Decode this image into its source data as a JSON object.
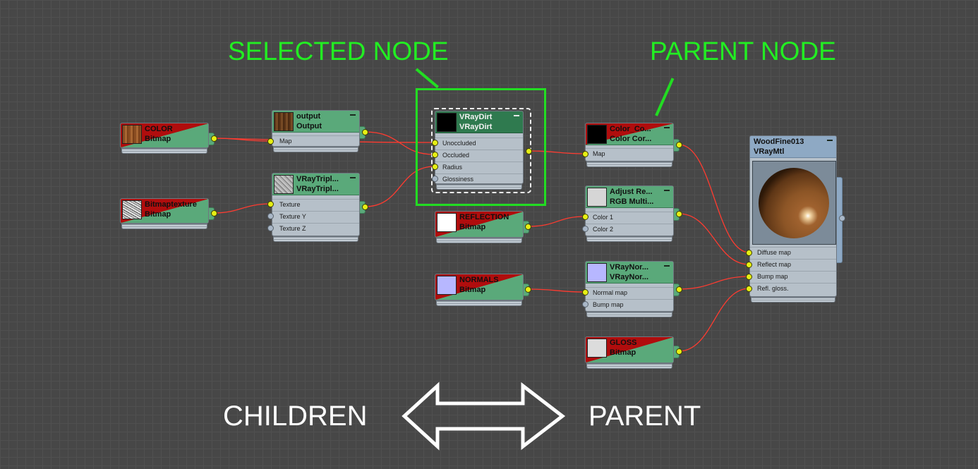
{
  "annotations": {
    "selected_node": "SELECTED NODE",
    "parent_node": "PARENT NODE",
    "children": "CHILDREN",
    "parent": "PARENT"
  },
  "nodes": {
    "color_bitmap": {
      "title": "COLOR",
      "subtitle": "Bitmap",
      "thumb": "wood-texture"
    },
    "bitmaptexture": {
      "title": "Bitmaptexture",
      "subtitle": "Bitmap",
      "thumb": "noise-texture"
    },
    "output": {
      "title": "output",
      "subtitle": "Output",
      "slots": [
        "Map"
      ]
    },
    "triplanar": {
      "title": "VRayTripl...",
      "subtitle": "VRayTripl...",
      "slots": [
        "Texture",
        "Texture Y",
        "Texture Z"
      ]
    },
    "vraydirt": {
      "title": "VRayDirt",
      "subtitle": "VRayDirt",
      "slots": [
        "Unoccluded",
        "Occluded",
        "Radius",
        "Glossiness"
      ]
    },
    "reflection_bitmap": {
      "title": "REFLECTION",
      "subtitle": "Bitmap"
    },
    "normals_bitmap": {
      "title": "NORMALS",
      "subtitle": "Bitmap"
    },
    "color_correction": {
      "title": "Color_Co...",
      "subtitle": "Color Cor...",
      "slots": [
        "Map"
      ]
    },
    "rgb_multiply": {
      "title": "Adjust Re...",
      "subtitle": "RGB Multi...",
      "slots": [
        "Color 1",
        "Color 2"
      ]
    },
    "vraynormal": {
      "title": "VRayNor...",
      "subtitle": "VRayNor...",
      "slots": [
        "Normal map",
        "Bump map"
      ]
    },
    "gloss_bitmap": {
      "title": "GLOSS",
      "subtitle": "Bitmap"
    },
    "material": {
      "title": "WoodFine013",
      "subtitle": "VRayMtl",
      "slots": [
        "Diffuse map",
        "Reflect map",
        "Bump map",
        "Refl. gloss."
      ]
    }
  },
  "colors": {
    "annotation_green": "#22ee22",
    "wire": "#ff3b30",
    "socket_connected": "#e6ef14",
    "socket_empty": "#a9b7c7",
    "node_header": "#5aa97a",
    "selected_header": "#2f7a4f",
    "material_header": "#8ea9c4"
  }
}
